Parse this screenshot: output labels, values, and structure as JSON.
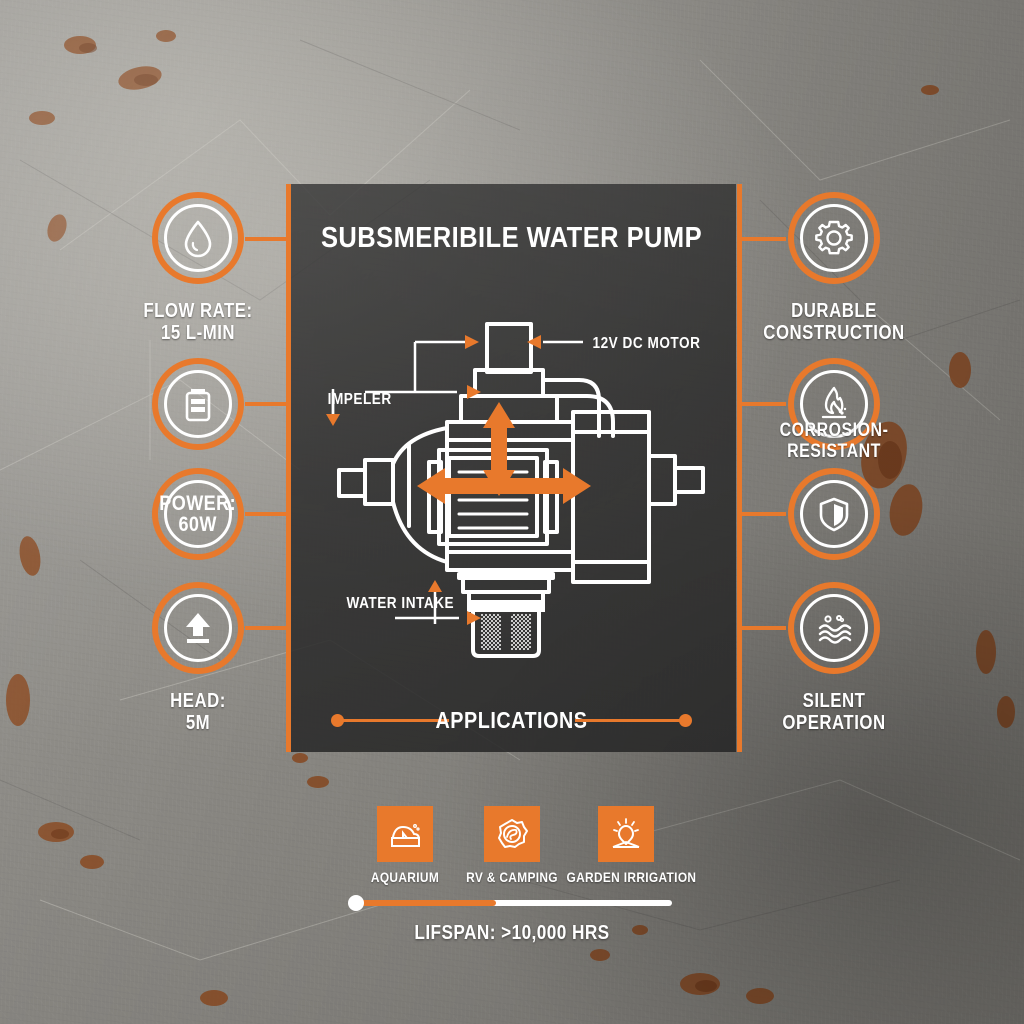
{
  "theme": {
    "accent": "#E8792C",
    "panel": "#2e2e2e",
    "text": "#ffffff"
  },
  "panel": {
    "title": "SUBSMERIBILE WATER PUMP",
    "diagram_labels": {
      "motor": "12V DC MOTOR",
      "impeler": "IMPELER",
      "water_intake": "WATER INTAKE"
    },
    "applications_title": "APPLICATIONS"
  },
  "left_specs": [
    {
      "icon": "water-drop-icon",
      "label": "FLOW RATE:\n15 L-MIN",
      "inside_text": ""
    },
    {
      "icon": "battery-icon",
      "label": "",
      "inside_text": ""
    },
    {
      "icon": "power-text-icon",
      "label": "",
      "inside_text": "POWER:\n60W"
    },
    {
      "icon": "up-arrow-icon",
      "label": "HEAD:\n5M",
      "inside_text": ""
    }
  ],
  "right_features": [
    {
      "icon": "gear-icon",
      "label": "DURABLE\nCONSTRUCTION"
    },
    {
      "icon": "flame-icon",
      "label": "CORROSION-RESISTANT"
    },
    {
      "icon": "shield-icon",
      "label": ""
    },
    {
      "icon": "waves-icon",
      "label": "SILENT\nOPERATION"
    }
  ],
  "applications": [
    {
      "icon": "aquarium-icon",
      "label": "AQUARIUM"
    },
    {
      "icon": "rv-camping-icon",
      "label": "RV & CAMPING"
    },
    {
      "icon": "garden-irrigation-icon",
      "label": "GARDEN IRRIGATION"
    }
  ],
  "lifespan": {
    "label": "LIFSPAN: >10,000 HRS",
    "fill_percent": 45
  }
}
